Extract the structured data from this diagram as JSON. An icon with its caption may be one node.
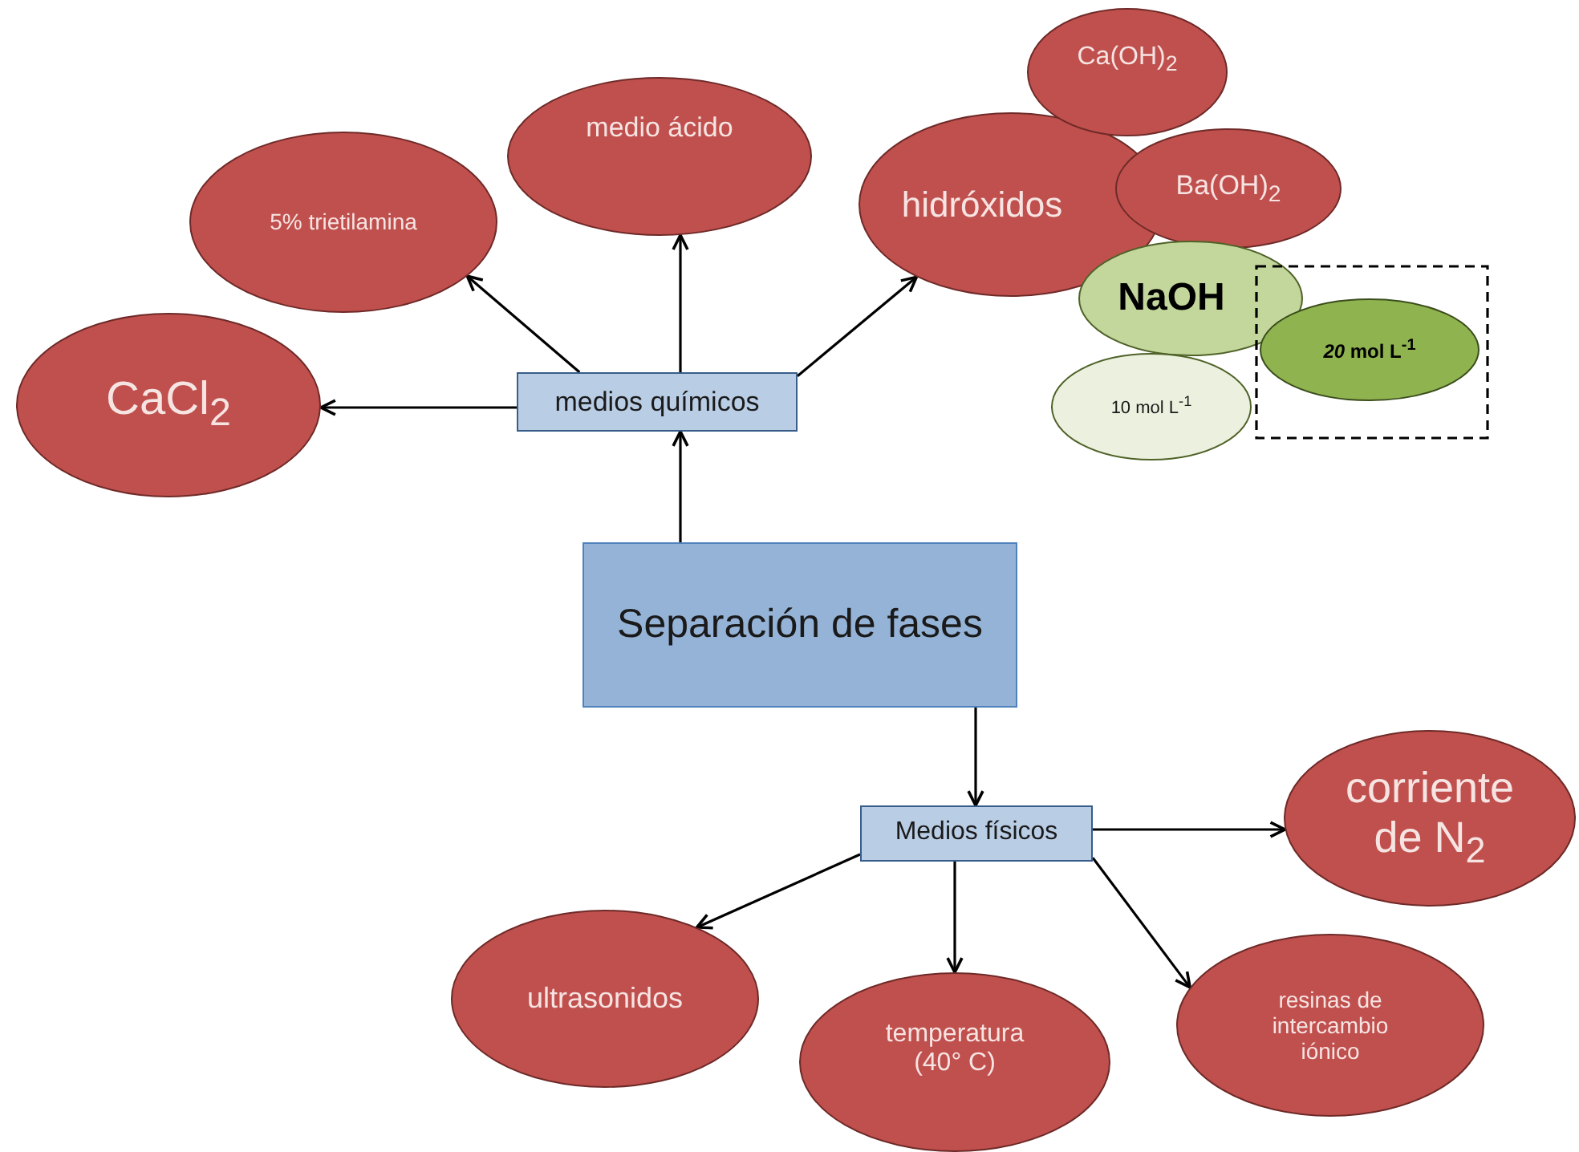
{
  "diagram": {
    "nodes": [
      {
        "text": [
          "Separación de fases"
        ]
      },
      {
        "text": [
          "medios químicos"
        ]
      },
      {
        "text": [
          "CaCl$_{2}$"
        ]
      },
      {
        "text": [
          "5% trietilamina"
        ]
      },
      {
        "text": [
          "medio ácido"
        ]
      },
      {
        "text": [
          "hidróxidos"
        ]
      },
      {
        "text": [
          "Ca(OH)$_{2}$"
        ]
      },
      {
        "text": [
          "Ba(OH)$_{2}$"
        ]
      },
      {
        "text": [
          "NaOH"
        ]
      },
      {
        "text": [
          "10 mol L$^{-1}$"
        ]
      },
      {
        "text": [
          "*20* mol L$^{-1}$"
        ]
      },
      {
        "text": [
          "Medios físicos"
        ]
      },
      {
        "text": [
          "corriente de N$_{2}$"
        ]
      },
      {
        "text": [
          "ultrasonidos"
        ]
      },
      {
        "text": [
          "temperatura (40° C)"
        ]
      },
      {
        "text": [
          "resinas de intercambio iónico"
        ]
      }
    ],
    "edges": [
      {
        "from": 0,
        "to": 1,
        "arrow": "to"
      },
      {
        "from": 1,
        "to": 2,
        "arrow": "to"
      },
      {
        "from": 1,
        "to": 3,
        "arrow": "to"
      },
      {
        "from": 1,
        "to": 4,
        "arrow": "to"
      },
      {
        "from": 1,
        "to": 5,
        "arrow": "to"
      },
      {
        "from": 0,
        "to": 11,
        "arrow": "to"
      },
      {
        "from": 11,
        "to": 12,
        "arrow": "to"
      },
      {
        "from": 11,
        "to": 13,
        "arrow": "to"
      },
      {
        "from": 11,
        "to": 14,
        "arrow": "to"
      },
      {
        "from": 11,
        "to": 15,
        "arrow": "to"
      }
    ]
  }
}
